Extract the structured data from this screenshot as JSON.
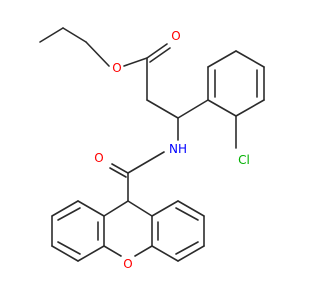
{
  "atoms": {
    "ester_o_single": {
      "symbol": "O",
      "color": "#ff0000"
    },
    "ester_o_double": {
      "symbol": "O",
      "color": "#ff0000"
    },
    "amide_o": {
      "symbol": "O",
      "color": "#ff0000"
    },
    "amide_n": {
      "symbol": "NH",
      "color": "#0000ff"
    },
    "chlorine": {
      "symbol": "Cl",
      "color": "#00b000"
    },
    "xanthene_o": {
      "symbol": "O",
      "color": "#ff0000"
    }
  },
  "colors": {
    "bond": "#2b2b2b",
    "background": "#ffffff"
  }
}
